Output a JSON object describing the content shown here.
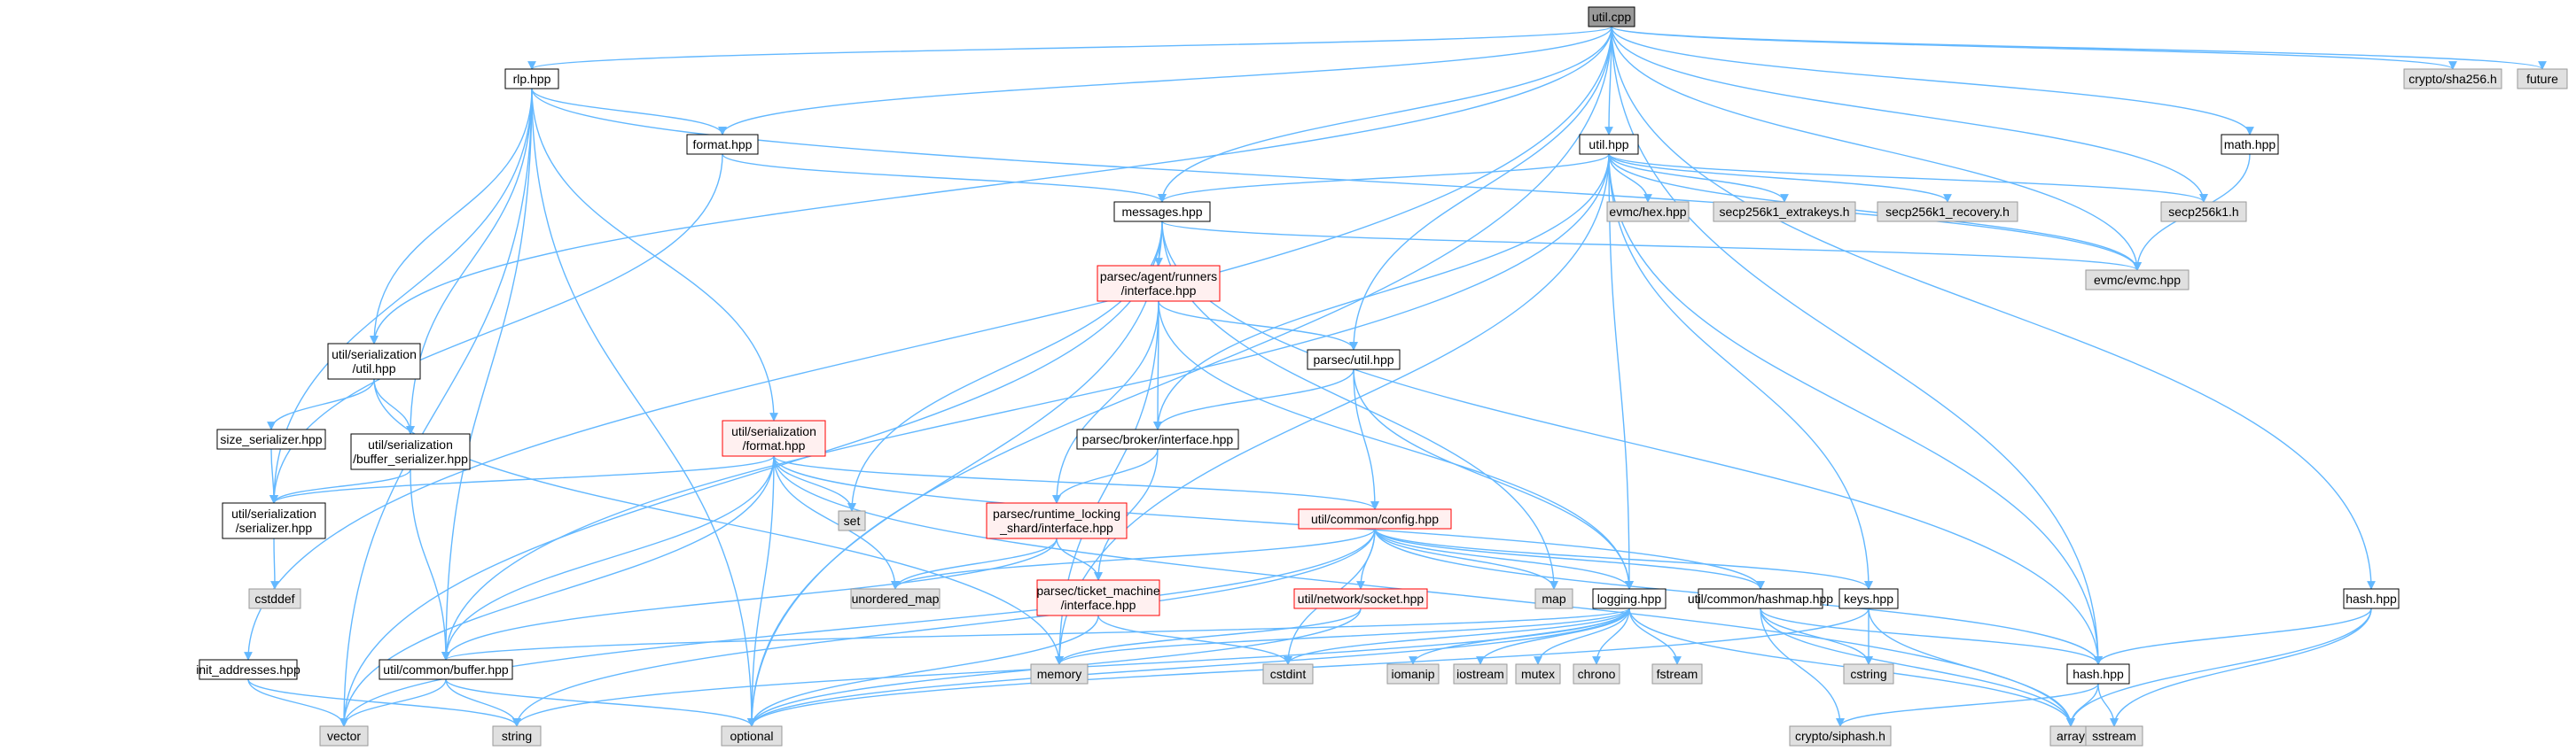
{
  "colors": {
    "edge": "#63b8ff",
    "root_fill": "#999999",
    "plain_fill": "#ffffff",
    "plain_stroke": "#000000",
    "red_stroke": "#ff0000",
    "red_fill": "#fff0f0",
    "gray_fill": "#e0e0e0",
    "gray_stroke": "#999999"
  },
  "nodes": [
    {
      "id": "util_cpp",
      "label": "util.cpp",
      "style": "root"
    },
    {
      "id": "rlp",
      "label": "rlp.hpp",
      "style": "plain"
    },
    {
      "id": "format",
      "label": "format.hpp",
      "style": "plain"
    },
    {
      "id": "util_hpp",
      "label": "util.hpp",
      "style": "plain"
    },
    {
      "id": "math",
      "label": "math.hpp",
      "style": "plain"
    },
    {
      "id": "sha256",
      "label": "crypto/sha256.h",
      "style": "gray"
    },
    {
      "id": "future",
      "label": "future",
      "style": "gray"
    },
    {
      "id": "messages",
      "label": "messages.hpp",
      "style": "plain"
    },
    {
      "id": "evmc_hex",
      "label": "evmc/hex.hpp",
      "style": "gray"
    },
    {
      "id": "secp_extra",
      "label": "secp256k1_extrakeys.h",
      "style": "gray"
    },
    {
      "id": "secp_recovery",
      "label": "secp256k1_recovery.h",
      "style": "gray"
    },
    {
      "id": "secp",
      "label": "secp256k1.h",
      "style": "gray"
    },
    {
      "id": "evmc",
      "label": "evmc/evmc.hpp",
      "style": "gray"
    },
    {
      "id": "agent_runners",
      "label": [
        "parsec/agent/runners",
        "/interface.hpp"
      ],
      "style": "red"
    },
    {
      "id": "ser_util",
      "label": [
        "util/serialization",
        "/util.hpp"
      ],
      "style": "plain"
    },
    {
      "id": "parsec_util",
      "label": "parsec/util.hpp",
      "style": "plain"
    },
    {
      "id": "broker",
      "label": "parsec/broker/interface.hpp",
      "style": "plain"
    },
    {
      "id": "size_ser",
      "label": "size_serializer.hpp",
      "style": "plain"
    },
    {
      "id": "buf_ser",
      "label": [
        "util/serialization",
        "/buffer_serializer.hpp"
      ],
      "style": "plain"
    },
    {
      "id": "ser_format",
      "label": [
        "util/serialization",
        "/format.hpp"
      ],
      "style": "red"
    },
    {
      "id": "set",
      "label": "set",
      "style": "gray"
    },
    {
      "id": "serializer",
      "label": [
        "util/serialization",
        "/serializer.hpp"
      ],
      "style": "plain"
    },
    {
      "id": "rt_locking",
      "label": [
        "parsec/runtime_locking",
        "_shard/interface.hpp"
      ],
      "style": "red"
    },
    {
      "id": "config",
      "label": "util/common/config.hpp",
      "style": "red"
    },
    {
      "id": "cstddef",
      "label": "cstddef",
      "style": "gray"
    },
    {
      "id": "unordered_map",
      "label": "unordered_map",
      "style": "gray"
    },
    {
      "id": "ticket",
      "label": [
        "parsec/ticket_machine",
        "/interface.hpp"
      ],
      "style": "red"
    },
    {
      "id": "socket",
      "label": "util/network/socket.hpp",
      "style": "red"
    },
    {
      "id": "map",
      "label": "map",
      "style": "gray"
    },
    {
      "id": "logging",
      "label": "logging.hpp",
      "style": "plain"
    },
    {
      "id": "hashmap",
      "label": "util/common/hashmap.hpp",
      "style": "plain"
    },
    {
      "id": "keys",
      "label": "keys.hpp",
      "style": "plain"
    },
    {
      "id": "hash_hpp",
      "label": "hash.hpp",
      "style": "plain"
    },
    {
      "id": "init_addr",
      "label": "init_addresses.hpp",
      "style": "plain"
    },
    {
      "id": "buffer",
      "label": "util/common/buffer.hpp",
      "style": "plain"
    },
    {
      "id": "memory",
      "label": "memory",
      "style": "gray"
    },
    {
      "id": "cstdint",
      "label": "cstdint",
      "style": "gray"
    },
    {
      "id": "iomanip",
      "label": "iomanip",
      "style": "gray"
    },
    {
      "id": "iostream",
      "label": "iostream",
      "style": "gray"
    },
    {
      "id": "mutex",
      "label": "mutex",
      "style": "gray"
    },
    {
      "id": "chrono",
      "label": "chrono",
      "style": "gray"
    },
    {
      "id": "fstream",
      "label": "fstream",
      "style": "gray"
    },
    {
      "id": "cstring",
      "label": "cstring",
      "style": "gray"
    },
    {
      "id": "hash2",
      "label": "hash.hpp",
      "style": "plain"
    },
    {
      "id": "vector",
      "label": "vector",
      "style": "gray"
    },
    {
      "id": "string",
      "label": "string",
      "style": "gray"
    },
    {
      "id": "optional",
      "label": "optional",
      "style": "gray"
    },
    {
      "id": "siphash",
      "label": "crypto/siphash.h",
      "style": "gray"
    },
    {
      "id": "array",
      "label": "array",
      "style": "gray"
    },
    {
      "id": "sstream",
      "label": "sstream",
      "style": "gray"
    }
  ],
  "edges": [
    [
      "util_cpp",
      "rlp"
    ],
    [
      "util_cpp",
      "format"
    ],
    [
      "util_cpp",
      "util_hpp"
    ],
    [
      "util_cpp",
      "math"
    ],
    [
      "util_cpp",
      "sha256"
    ],
    [
      "util_cpp",
      "future"
    ],
    [
      "util_cpp",
      "secp"
    ],
    [
      "util_cpp",
      "evmc"
    ],
    [
      "util_cpp",
      "ser_util"
    ],
    [
      "util_cpp",
      "parsec_util"
    ],
    [
      "util_cpp",
      "hash_hpp"
    ],
    [
      "util_cpp",
      "hash2"
    ],
    [
      "util_cpp",
      "init_addr"
    ],
    [
      "util_cpp",
      "messages"
    ],
    [
      "util_cpp",
      "optional"
    ],
    [
      "rlp",
      "format"
    ],
    [
      "rlp",
      "evmc"
    ],
    [
      "rlp",
      "ser_util"
    ],
    [
      "rlp",
      "buf_ser"
    ],
    [
      "rlp",
      "ser_format"
    ],
    [
      "rlp",
      "serializer"
    ],
    [
      "rlp",
      "buffer"
    ],
    [
      "rlp",
      "vector"
    ],
    [
      "rlp",
      "optional"
    ],
    [
      "format",
      "messages"
    ],
    [
      "format",
      "serializer"
    ],
    [
      "util_hpp",
      "messages"
    ],
    [
      "util_hpp",
      "evmc_hex"
    ],
    [
      "util_hpp",
      "secp_extra"
    ],
    [
      "util_hpp",
      "secp_recovery"
    ],
    [
      "util_hpp",
      "secp"
    ],
    [
      "util_hpp",
      "evmc"
    ],
    [
      "util_hpp",
      "broker"
    ],
    [
      "util_hpp",
      "logging"
    ],
    [
      "util_hpp",
      "keys"
    ],
    [
      "util_hpp",
      "hash2"
    ],
    [
      "util_hpp",
      "buffer"
    ],
    [
      "util_hpp",
      "memory"
    ],
    [
      "math",
      "evmc"
    ],
    [
      "messages",
      "agent_runners"
    ],
    [
      "messages",
      "evmc"
    ],
    [
      "messages",
      "set"
    ],
    [
      "messages",
      "map"
    ],
    [
      "messages",
      "hash2"
    ],
    [
      "messages",
      "vector"
    ],
    [
      "messages",
      "optional"
    ],
    [
      "agent_runners",
      "parsec_util"
    ],
    [
      "agent_runners",
      "broker"
    ],
    [
      "agent_runners",
      "rt_locking"
    ],
    [
      "agent_runners",
      "logging"
    ],
    [
      "agent_runners",
      "memory"
    ],
    [
      "ser_util",
      "size_ser"
    ],
    [
      "ser_util",
      "buf_ser"
    ],
    [
      "ser_util",
      "memory"
    ],
    [
      "parsec_util",
      "broker"
    ],
    [
      "parsec_util",
      "config"
    ],
    [
      "parsec_util",
      "logging"
    ],
    [
      "broker",
      "rt_locking"
    ],
    [
      "broker",
      "ticket"
    ],
    [
      "size_ser",
      "serializer"
    ],
    [
      "buf_ser",
      "serializer"
    ],
    [
      "buf_ser",
      "buffer"
    ],
    [
      "ser_format",
      "serializer"
    ],
    [
      "ser_format",
      "set"
    ],
    [
      "ser_format",
      "unordered_map"
    ],
    [
      "ser_format",
      "config"
    ],
    [
      "ser_format",
      "buffer"
    ],
    [
      "ser_format",
      "hashmap"
    ],
    [
      "ser_format",
      "array"
    ],
    [
      "ser_format",
      "vector"
    ],
    [
      "ser_format",
      "optional"
    ],
    [
      "serializer",
      "cstddef"
    ],
    [
      "rt_locking",
      "unordered_map"
    ],
    [
      "rt_locking",
      "ticket"
    ],
    [
      "rt_locking",
      "buffer"
    ],
    [
      "config",
      "unordered_map"
    ],
    [
      "config",
      "socket"
    ],
    [
      "config",
      "map"
    ],
    [
      "config",
      "logging"
    ],
    [
      "config",
      "hashmap"
    ],
    [
      "config",
      "keys"
    ],
    [
      "config",
      "cstdint"
    ],
    [
      "config",
      "string"
    ],
    [
      "config",
      "vector"
    ],
    [
      "config",
      "hash2"
    ],
    [
      "ticket",
      "cstdint"
    ],
    [
      "ticket",
      "optional"
    ],
    [
      "socket",
      "memory"
    ],
    [
      "socket",
      "optional"
    ],
    [
      "logging",
      "buffer"
    ],
    [
      "logging",
      "cstdint"
    ],
    [
      "logging",
      "iomanip"
    ],
    [
      "logging",
      "iostream"
    ],
    [
      "logging",
      "mutex"
    ],
    [
      "logging",
      "chrono"
    ],
    [
      "logging",
      "fstream"
    ],
    [
      "logging",
      "string"
    ],
    [
      "logging",
      "optional"
    ],
    [
      "logging",
      "memory"
    ],
    [
      "logging",
      "array"
    ],
    [
      "hashmap",
      "cstring"
    ],
    [
      "hashmap",
      "hash2"
    ],
    [
      "hashmap",
      "siphash"
    ],
    [
      "hashmap",
      "array"
    ],
    [
      "keys",
      "cstring"
    ],
    [
      "keys",
      "array"
    ],
    [
      "keys",
      "optional"
    ],
    [
      "hash_hpp",
      "hash2"
    ],
    [
      "hash_hpp",
      "array"
    ],
    [
      "hash_hpp",
      "sstream"
    ],
    [
      "hash2",
      "siphash"
    ],
    [
      "hash2",
      "array"
    ],
    [
      "hash2",
      "sstream"
    ],
    [
      "init_addr",
      "vector"
    ],
    [
      "init_addr",
      "string"
    ],
    [
      "buffer",
      "vector"
    ],
    [
      "buffer",
      "string"
    ],
    [
      "buffer",
      "optional"
    ]
  ]
}
